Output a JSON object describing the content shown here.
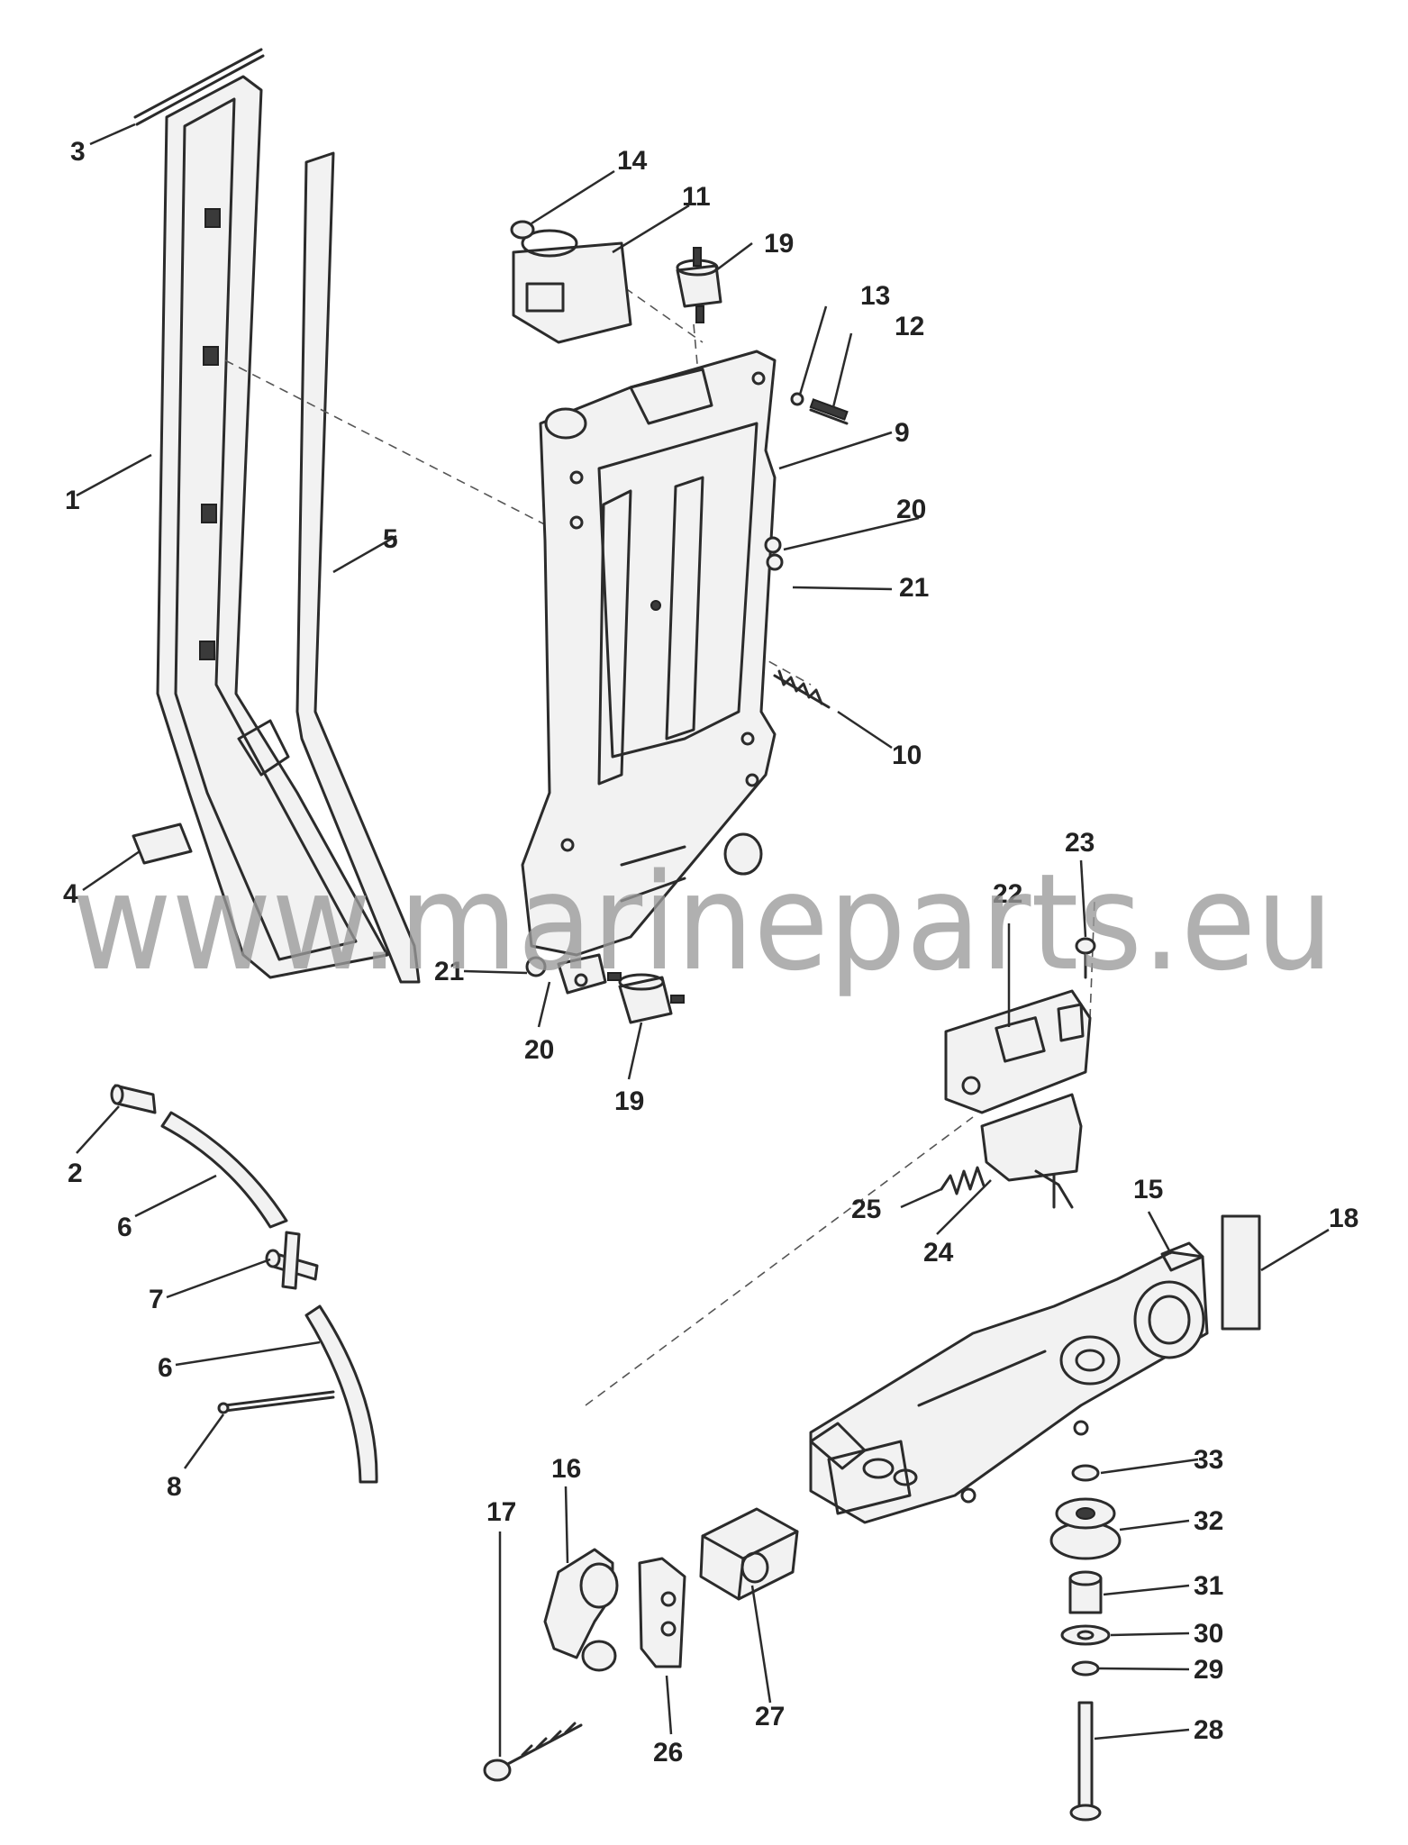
{
  "watermark": "www.marineparts.eu",
  "callouts": [
    "3",
    "1",
    "4",
    "5",
    "14",
    "11",
    "19",
    "13",
    "12",
    "9",
    "20",
    "21",
    "10",
    "21",
    "20",
    "19",
    "23",
    "22",
    "2",
    "6",
    "7",
    "6",
    "8",
    "25",
    "24",
    "15",
    "18",
    "33",
    "32",
    "31",
    "30",
    "29",
    "28",
    "17",
    "16",
    "26",
    "27"
  ]
}
